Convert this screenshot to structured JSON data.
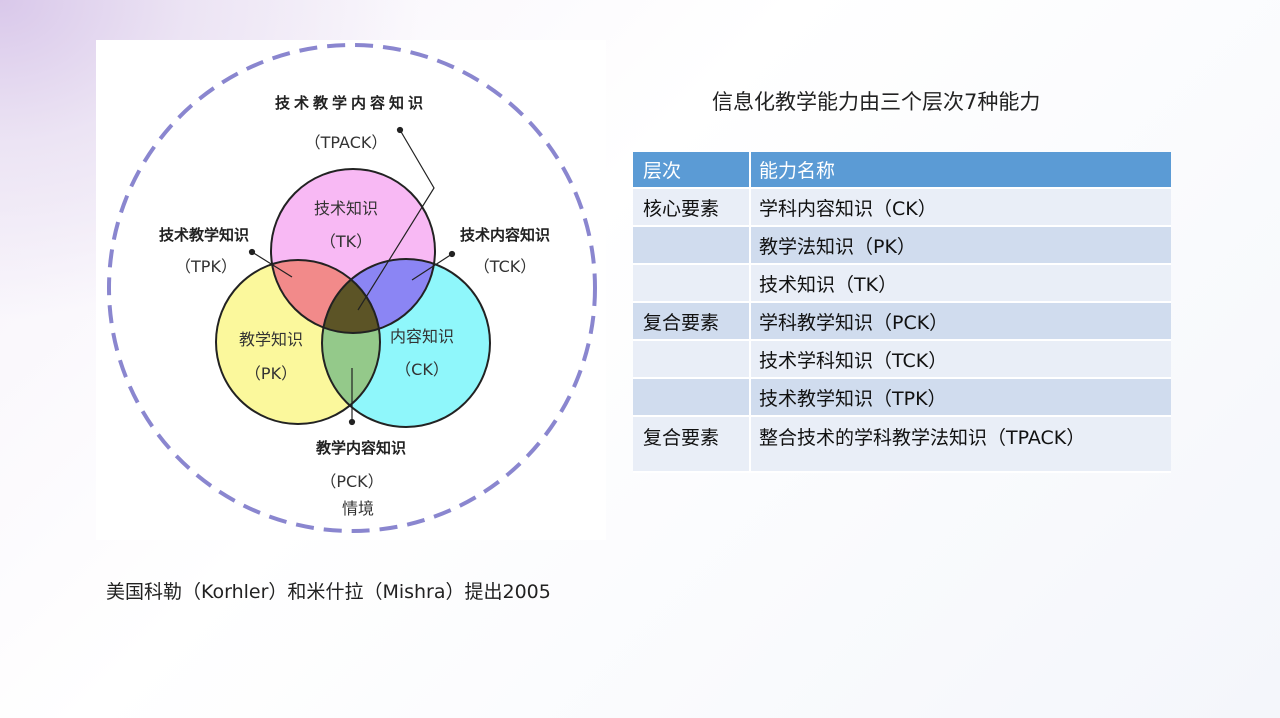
{
  "diagram": {
    "title": "技术教学内容知识",
    "tpack": "（TPACK）",
    "tk_name": "技术知识",
    "tk_abbr": "（TK）",
    "pk_name": "教学知识",
    "pk_abbr": "（PK）",
    "ck_name": "内容知识",
    "ck_abbr": "（CK）",
    "tpk_name": "技术教学知识",
    "tpk_abbr": "（TPK）",
    "tck_name": "技术内容知识",
    "tck_abbr": "（TCK）",
    "pck_name": "教学内容知识",
    "pck_abbr": "（PCK）",
    "context": "情境",
    "colors": {
      "tk": "#f8b9f4",
      "pk": "#fbf89c",
      "ck": "#8ff7fb",
      "tpk": "#f28a8a",
      "tck": "#8b85f4",
      "pck": "#94c98a",
      "tpack": "#5c5426",
      "ring": "#8a86cf"
    }
  },
  "table": {
    "title": "信息化教学能力由三个层次7种能力",
    "headers": [
      "层次",
      "能力名称"
    ],
    "rows": [
      {
        "level": "核心要素",
        "name": "学科内容知识（CK）"
      },
      {
        "level": "",
        "name": "教学法知识（PK）"
      },
      {
        "level": "",
        "name": "技术知识（TK）"
      },
      {
        "level": "复合要素",
        "name": "学科教学知识（PCK）"
      },
      {
        "level": "",
        "name": "技术学科知识（TCK）"
      },
      {
        "level": "",
        "name": "技术教学知识（TPK）"
      },
      {
        "level": "复合要素",
        "name": "整合技术的学科教学法知识（TPACK）"
      }
    ]
  },
  "caption": "美国科勒（Korhler）和米什拉（Mishra）提出2005"
}
